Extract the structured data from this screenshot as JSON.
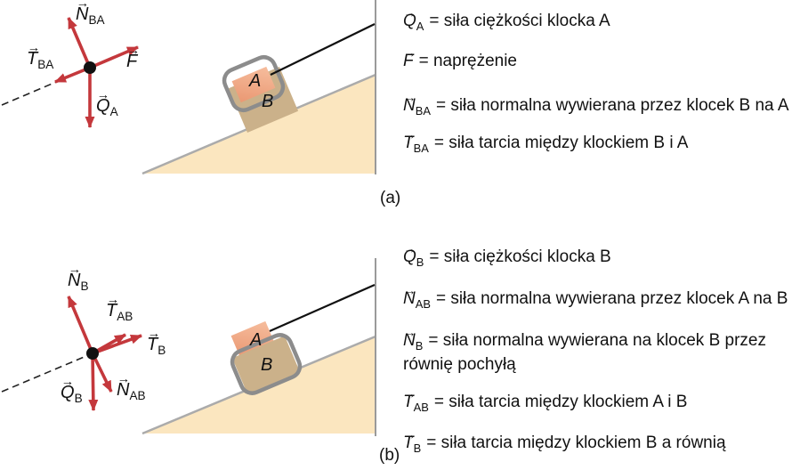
{
  "glyphs": {
    "vector_arrow": "→"
  },
  "colors": {
    "arrow_red": "#c4383c",
    "incline_fill": "#fbe6bf",
    "incline_edge": "#ababab",
    "divider_gray": "#9a9a9a",
    "block_b_fill": "#cbb18a",
    "block_a_dark": "#ea9873",
    "block_a_light": "#f6bd9d",
    "outline_gray": "#8c8c8c",
    "rope_black": "#111111"
  },
  "panels": [
    {
      "label": "(a)",
      "block_top": "A",
      "block_bottom": "B",
      "fbd_labels": {
        "n": {
          "sym": "N",
          "sub": "BA"
        },
        "t": {
          "sym": "T",
          "sub": "BA"
        },
        "f": {
          "sym": "F",
          "sub": ""
        },
        "q": {
          "sym": "Q",
          "sub": "A"
        }
      },
      "legend": [
        {
          "sym": "Q",
          "sub": "A",
          "text": "= siła ciężkości klocka A"
        },
        {
          "sym": "F",
          "sub": "",
          "text": "= naprężenie"
        },
        {
          "sym": "N",
          "sub": "BA",
          "text": "= siła normalna wywierana przez klocek B na A"
        },
        {
          "sym": "T",
          "sub": "BA",
          "text": "= siła tarcia między klockiem B i A"
        }
      ]
    },
    {
      "label": "(b)",
      "block_top": "A",
      "block_bottom": "B",
      "fbd_labels": {
        "n": {
          "sym": "N",
          "sub": "B"
        },
        "tab": {
          "sym": "T",
          "sub": "AB"
        },
        "tb": {
          "sym": "T",
          "sub": "B"
        },
        "q": {
          "sym": "Q",
          "sub": "B"
        },
        "nab": {
          "sym": "N",
          "sub": "AB"
        }
      },
      "legend": [
        {
          "sym": "Q",
          "sub": "B",
          "text": "= siła ciężkości klocka B"
        },
        {
          "sym": "N",
          "sub": "AB",
          "text": "= siła normalna wywierana przez klocek A na B"
        },
        {
          "sym": "N",
          "sub": "B",
          "text": "= siła normalna wywierana na klocek B przez równię pochyłą"
        },
        {
          "sym": "T",
          "sub": "AB",
          "text": "= siła tarcia między klockiem A i B"
        },
        {
          "sym": "T",
          "sub": "B",
          "text": "= siła tarcia między klockiem B a równią"
        }
      ]
    }
  ]
}
